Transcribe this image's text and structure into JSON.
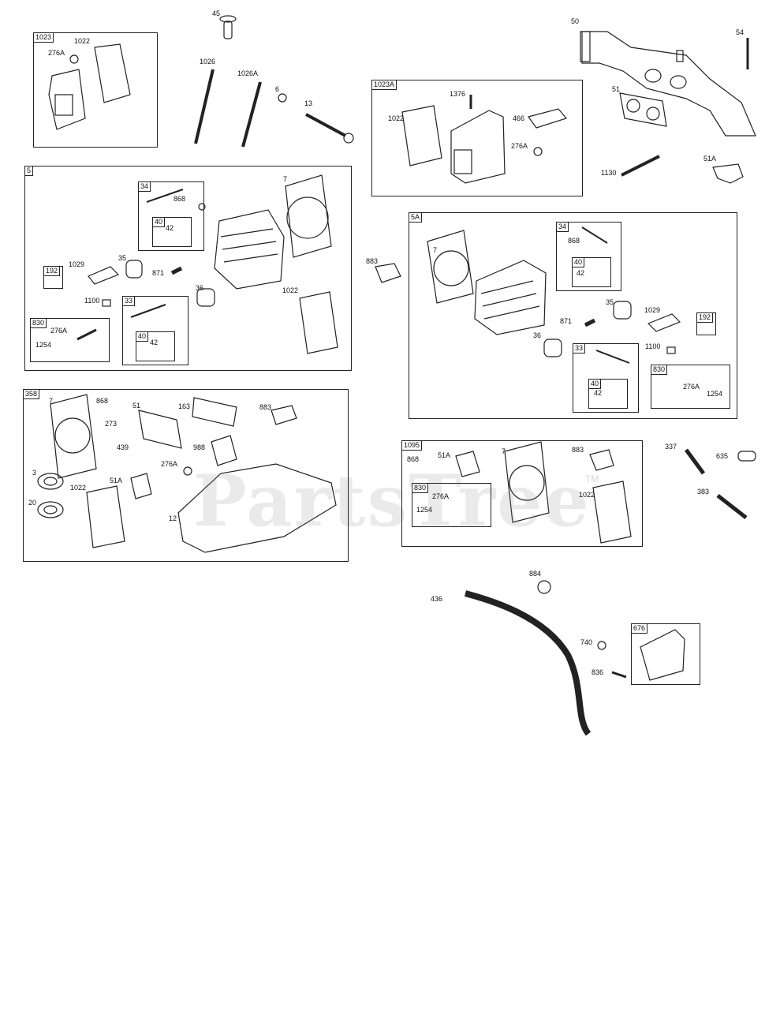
{
  "watermark": {
    "text": "PartsTree",
    "tm": "TM"
  },
  "groups": {
    "g1023": "1023",
    "g5": "5",
    "g358": "358",
    "g1023A": "1023A",
    "g5A": "5A",
    "g1095": "1095",
    "g676": "676",
    "g5_34": "34",
    "g5_40a": "40",
    "g5_192": "192",
    "g5_830": "830",
    "g5_33": "33",
    "g5_40b": "40",
    "g5A_34": "34",
    "g5A_40a": "40",
    "g5A_192": "192",
    "g5A_33": "33",
    "g5A_40b": "40",
    "g5A_830": "830",
    "g1095_830": "830"
  },
  "callouts": {
    "c45": "45",
    "c1026": "1026",
    "c1026A": "1026A",
    "c6": "6",
    "c13": "13",
    "c50": "50",
    "c54": "54",
    "c51": "51",
    "c1130": "1130",
    "c51A_top": "51A",
    "c1023_1022": "1022",
    "c1023_276A": "276A",
    "c1023A_1376": "1376",
    "c1023A_1022": "1022",
    "c1023A_466": "466",
    "c1023A_276A": "276A",
    "c5_7": "7",
    "c5_868": "868",
    "c5_42a": "42",
    "c5_1029": "1029",
    "c5_35": "35",
    "c5_871": "871",
    "c5_1100": "1100",
    "c5_36": "36",
    "c5_1022": "1022",
    "c5_276A": "276A",
    "c5_1254": "1254",
    "c5_42b": "42",
    "c883_mid": "883",
    "c5A_7": "7",
    "c5A_868": "868",
    "c5A_42a": "42",
    "c5A_35": "35",
    "c5A_1029": "1029",
    "c5A_871": "871",
    "c5A_36": "36",
    "c5A_1100": "1100",
    "c5A_42b": "42",
    "c5A_276A": "276A",
    "c5A_1254": "1254",
    "c358_7": "7",
    "c358_868": "868",
    "c358_51": "51",
    "c358_163": "163",
    "c358_883": "883",
    "c358_273": "273",
    "c358_439": "439",
    "c358_988": "988",
    "c358_276A": "276A",
    "c358_3": "3",
    "c358_51A": "51A",
    "c358_1022": "1022",
    "c358_20": "20",
    "c358_12": "12",
    "c1095_868": "868",
    "c1095_51A": "51A",
    "c1095_7": "7",
    "c1095_883": "883",
    "c1095_276A": "276A",
    "c1095_1254": "1254",
    "c1095_1022": "1022",
    "c337": "337",
    "c635": "635",
    "c383": "383",
    "c884": "884",
    "c436": "436",
    "c740": "740",
    "c836": "836"
  }
}
